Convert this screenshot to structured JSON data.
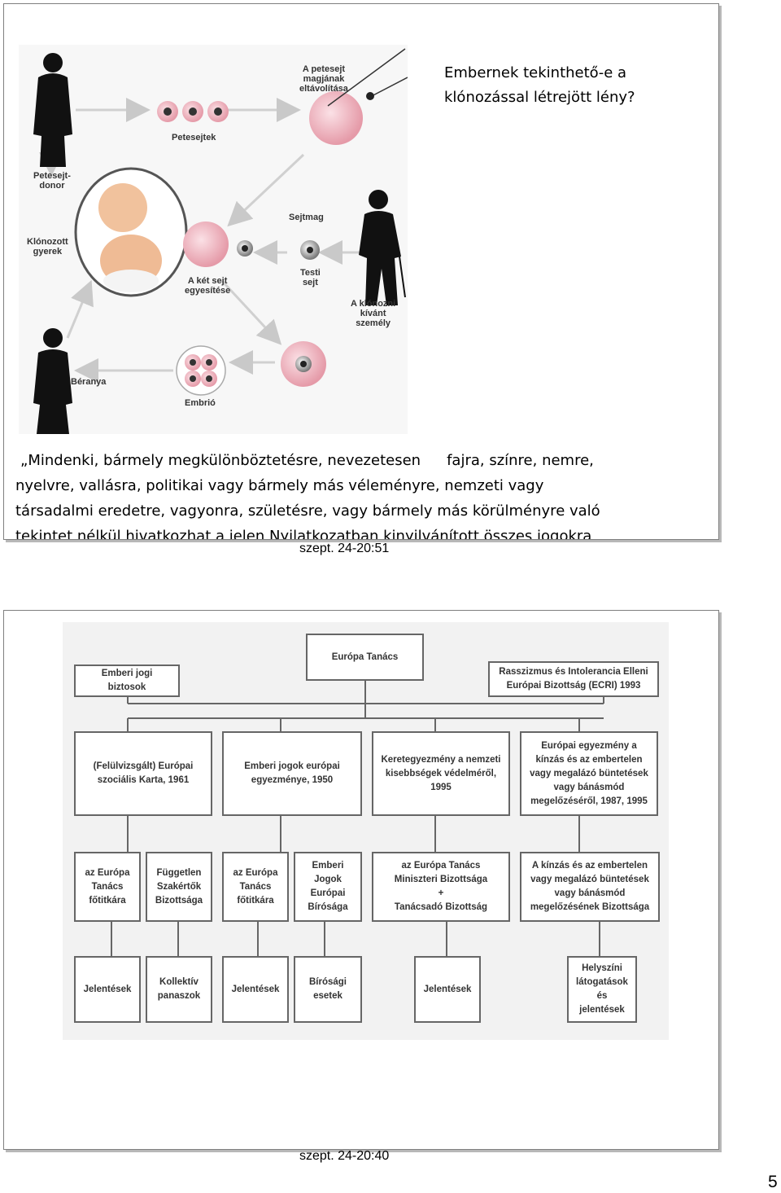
{
  "slide1": {
    "question": [
      "Embernek tekinthető-e a",
      "klónozással létrejött lény?"
    ],
    "figure": {
      "labels": {
        "egg_removal": [
          "A petesejt",
          "magjának",
          "eltávolítása"
        ],
        "eggs": "Petesejtek",
        "egg_donor": [
          "Petesejt-",
          "donor"
        ],
        "cloned_child": [
          "Klónozott",
          "gyerek"
        ],
        "nucleus": "Sejtmag",
        "merge": [
          "A két sejt",
          "egyesítése"
        ],
        "somatic": [
          "Testi",
          "sejt"
        ],
        "person": [
          "A klónozni",
          "kívánt",
          "személy"
        ],
        "surrogate": "Béranya",
        "embryo": "Embrió"
      }
    },
    "quote": {
      "line1a": "„Mindenki, bármely megkülönböztetésre, nevezetesen",
      "line1b": "fajra, színre, nemre,",
      "line2": "nyelvre, vallásra, politikai vagy bármely más véleményre, nemzeti vagy",
      "line3": "társadalmi eredetre, vagyonra, születésre, vagy bármely más körülményre való",
      "line4": "tekintet nélkül hivatkozhat a jelen Nyilatkozatban kinyilvánított összes jogokra"
    },
    "timestamp": "szept. 24-20:51"
  },
  "slide2": {
    "org": {
      "top": "Európa Tanács",
      "left_top": "Emberi jogi\nbiztosok",
      "right_top": "Rasszizmus és Intolerancia Elleni\nEurópai Bizottság (ECRI) 1993",
      "row2": [
        "(Felülvizsgált) Európai\nszociális Karta, 1961",
        "Emberi jogok európai\negyezménye, 1950",
        "Keretegyezmény a nemzeti\nkisebbségek védelméről,\n1995",
        "Európai egyezmény a\nkínzás és az embertelen\nvagy megalázó büntetések\nvagy bánásmód\nmegelőzéséről, 1987, 1995"
      ],
      "row3": [
        "az Európa\nTanács\nfőtitkára",
        "Független\nSzakértők\nBizottsága",
        "az Európa\nTanács\nfőtitkára",
        "Emberi\nJogok\nEurópai\nBírósága",
        "az Európa Tanács\nMiniszteri Bizottsága\n+\nTanácsadó Bizottság",
        "A kínzás és az embertelen\nvagy megalázó büntetések\nvagy bánásmód\nmegelőzésének Bizottsága"
      ],
      "row4": [
        "Jelentések",
        "Kollektív\npanaszok",
        "Jelentések",
        "Bírósági\nesetek",
        "Jelentések",
        "Helyszíni\nlátogatások\nés\njelentések"
      ]
    },
    "timestamp": "szept. 24-20:40"
  },
  "page_number": "5"
}
